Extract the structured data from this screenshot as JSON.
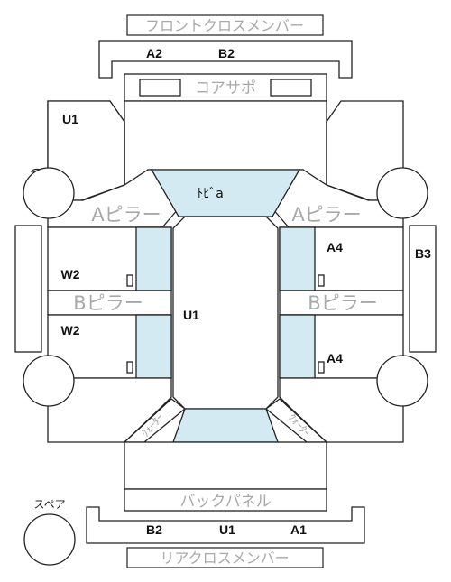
{
  "labels": {
    "front_cross_member": "フロントクロスメンバー",
    "core_support": "コアサポ",
    "a_pillar_left": "Aピラー",
    "a_pillar_right": "Aピラー",
    "b_pillar_left": "Bピラー",
    "b_pillar_right": "Bピラー",
    "back_panel": "バックパネル",
    "rear_cross_member": "リアクロスメンバー",
    "spare": "スペア",
    "windshield": "ﾄﾋﾞa",
    "rear_quarter_left": "ｸｫｰﾀｰ",
    "rear_quarter_right": "ｸｫｰﾀｰ"
  },
  "codes": {
    "front_member_left": "A2",
    "front_member_right": "B2",
    "front_fender_left": "U1",
    "roof": "U1",
    "front_door_left": "W2",
    "rear_door_left": "W2",
    "front_door_right": "A4",
    "rear_door_right": "A4",
    "side_right": "B3",
    "rear_member_left": "B2",
    "rear_member_center": "U1",
    "rear_member_right": "A1"
  }
}
